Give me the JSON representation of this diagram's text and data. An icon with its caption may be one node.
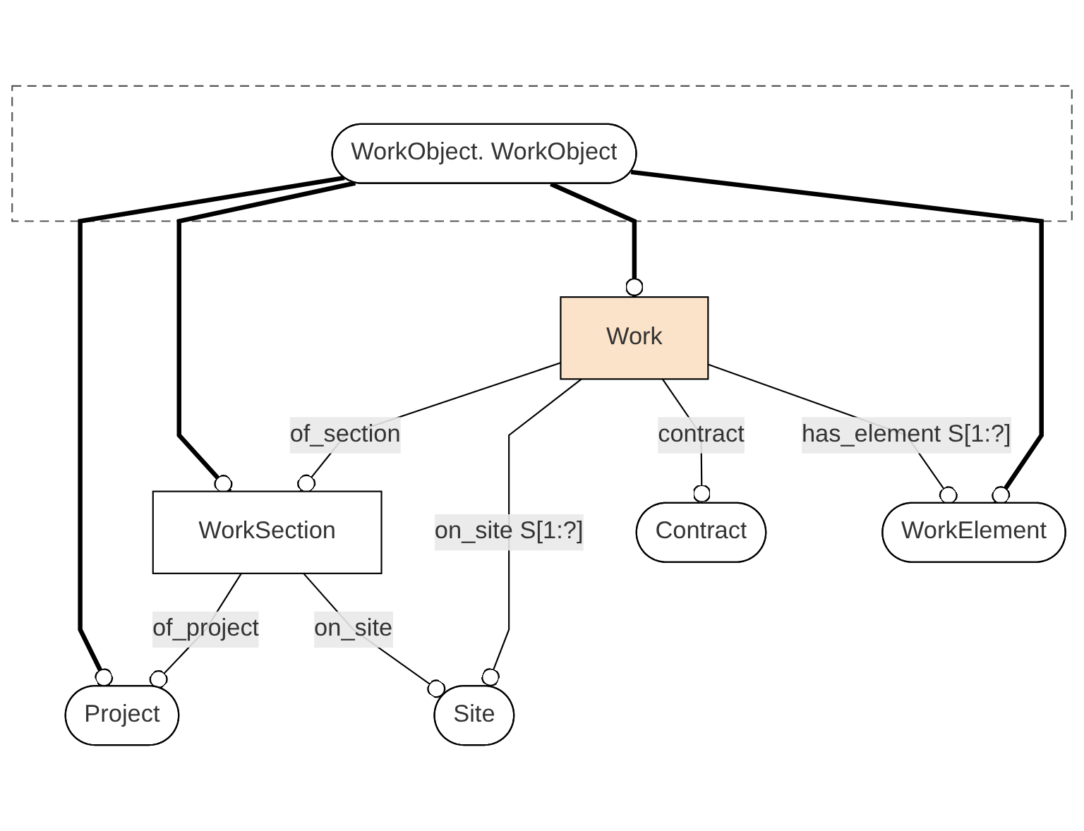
{
  "diagram": {
    "nodes": [
      {
        "text": [
          "Project"
        ]
      },
      {
        "text": [],
        "shape": "box"
      },
      {
        "text": [
          "WorkObject. WorkObject"
        ],
        "in": 1
      },
      {
        "text": [
          "Site"
        ]
      },
      {
        "text": [
          "WorkSection"
        ]
      },
      {
        "text": [
          "Work"
        ]
      },
      {
        "text": [
          "Contract"
        ]
      },
      {
        "text": [
          "WorkElement"
        ]
      }
    ],
    "edges": [
      {
        "from": 4,
        "to": 0,
        "arrow": "other",
        "label": "of_project"
      },
      {
        "from": 4,
        "to": 3,
        "arrow": "other",
        "label": "on_site"
      },
      {
        "from": 5,
        "to": 4,
        "arrow": "other",
        "label": "of_section"
      },
      {
        "from": 5,
        "to": 3,
        "arrow": "other",
        "label": "on_site S[1:?]"
      },
      {
        "from": 5,
        "to": 6,
        "arrow": "other",
        "label": "contract"
      },
      {
        "from": 5,
        "to": 7,
        "arrow": "other",
        "label": "has_element S[1:?]"
      },
      {
        "from": 2,
        "to": 0,
        "arrow": "other",
        "style": "thick"
      },
      {
        "from": 2,
        "to": 4,
        "arrow": "other",
        "style": "thick"
      },
      {
        "from": 2,
        "to": 5,
        "arrow": "other",
        "style": "thick"
      },
      {
        "from": 2,
        "to": 7,
        "arrow": "other",
        "style": "thick"
      }
    ]
  }
}
